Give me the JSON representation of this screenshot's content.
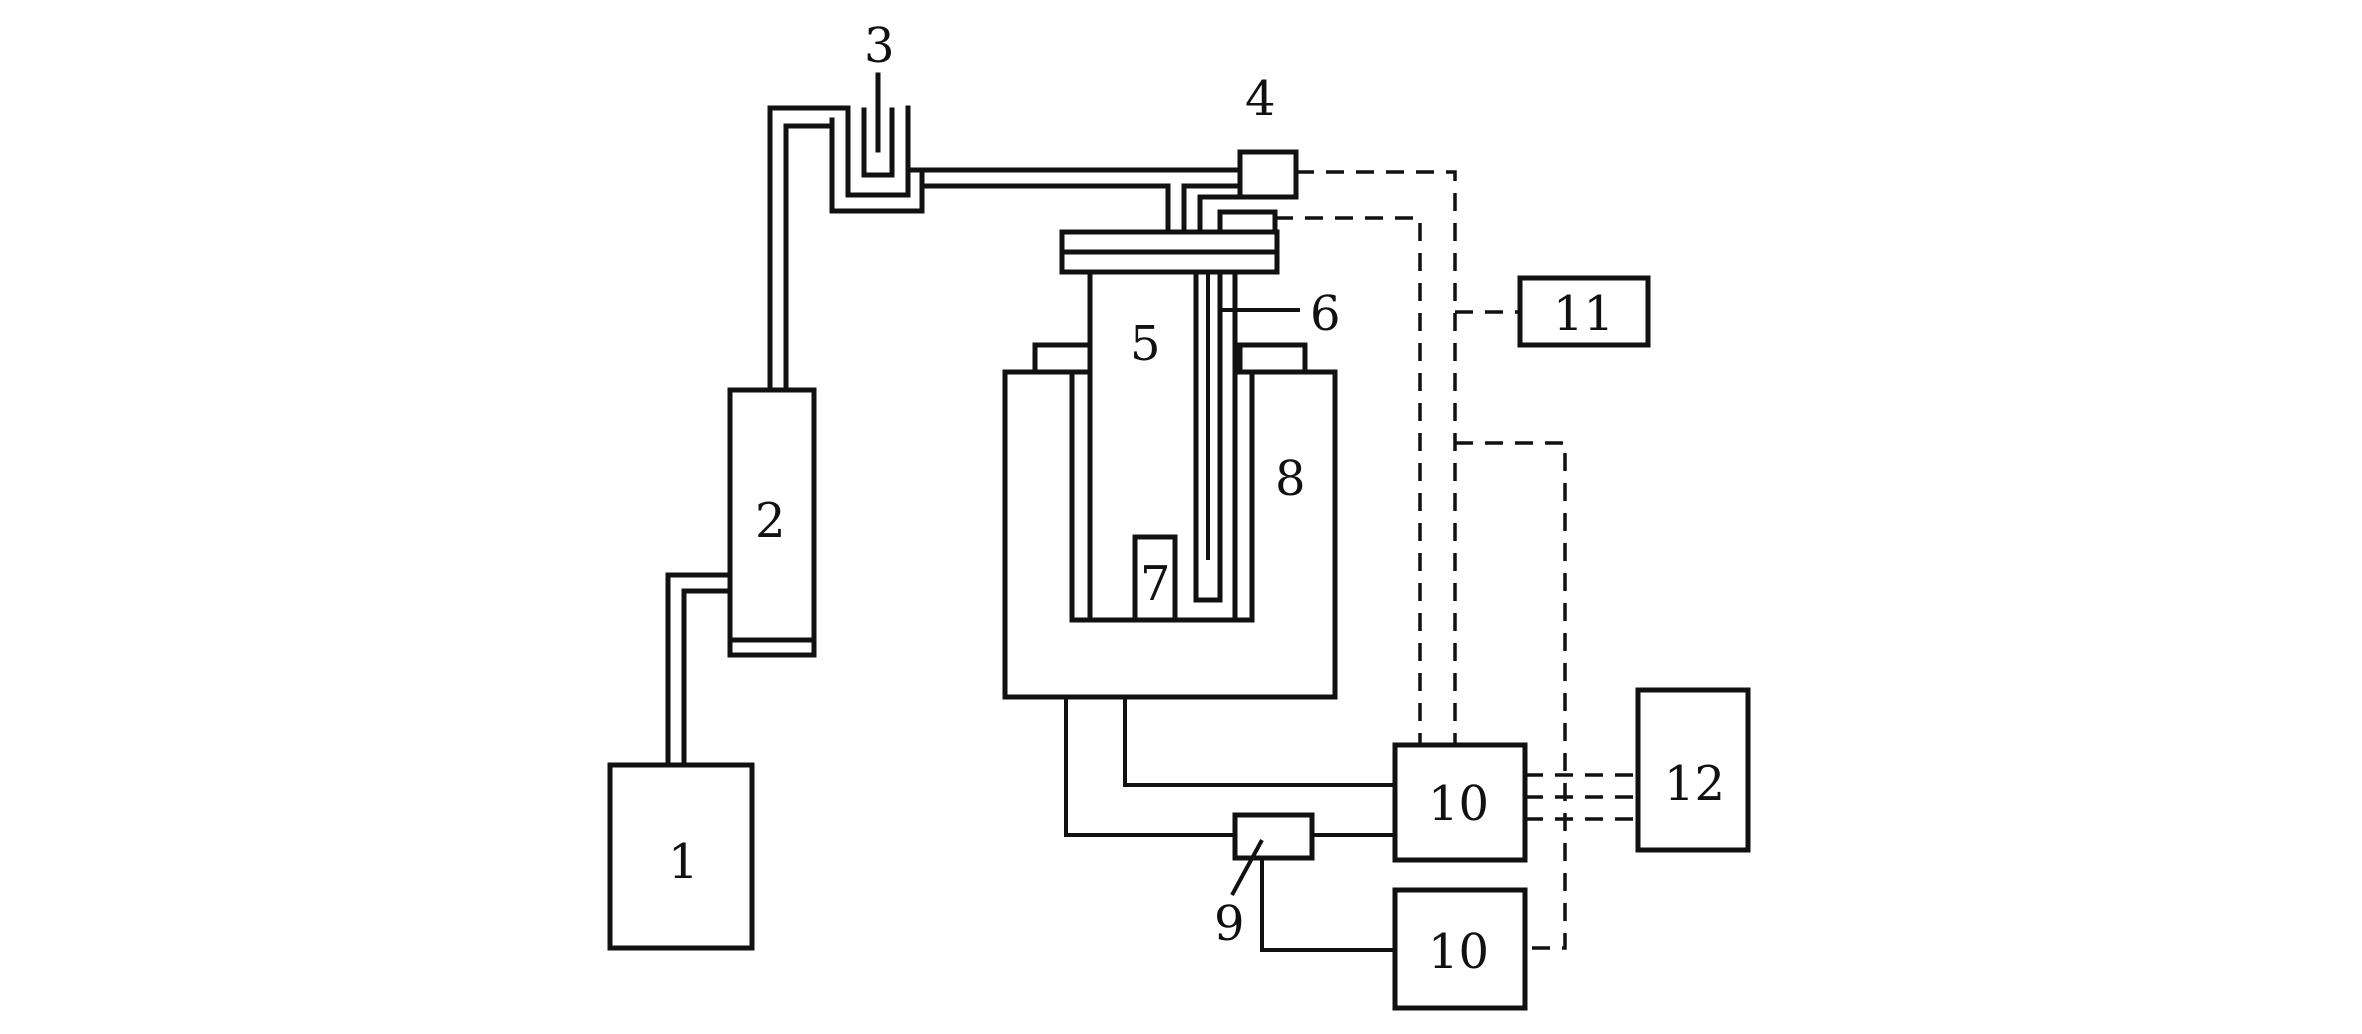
{
  "labels": {
    "l1": "1",
    "l2": "2",
    "l3": "3",
    "l4": "4",
    "l5": "5",
    "l6": "6",
    "l7": "7",
    "l8": "8",
    "l9": "9",
    "l10a": "10",
    "l10b": "10",
    "l11": "11",
    "l12": "12"
  }
}
